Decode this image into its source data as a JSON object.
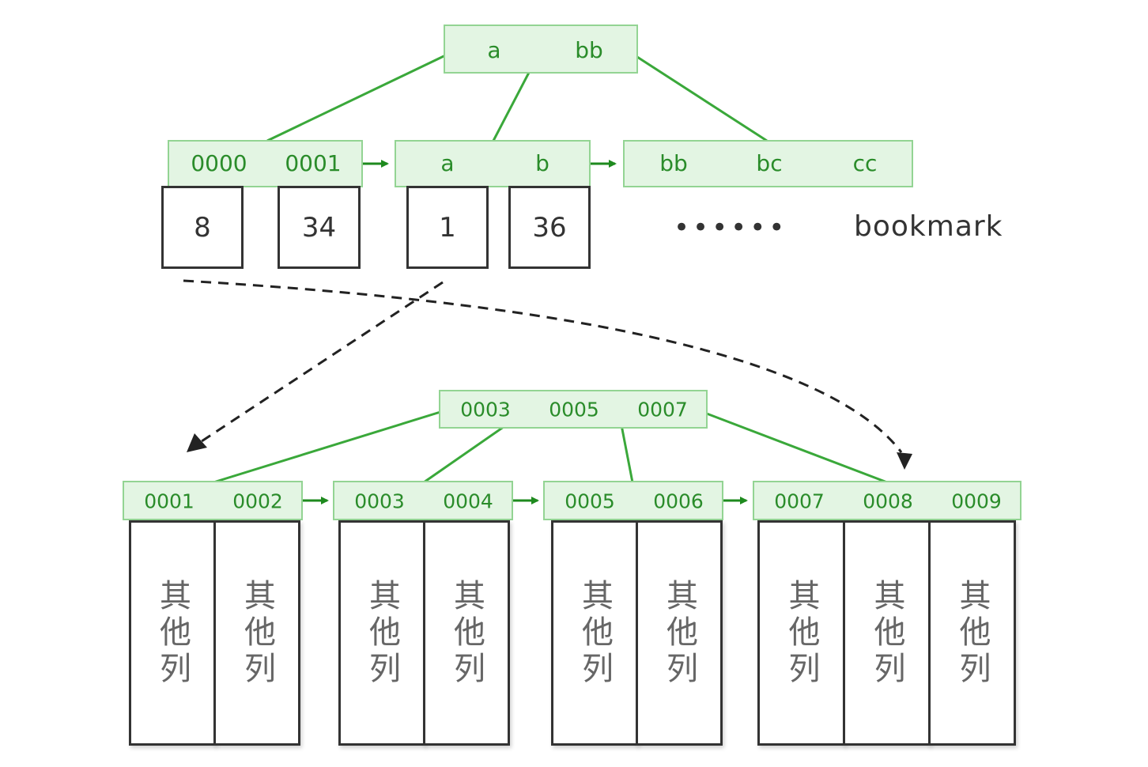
{
  "diagram": {
    "root_keys": [
      "a",
      "bb"
    ],
    "level2_nodes": [
      {
        "keys": [
          "0000",
          "0001"
        ]
      },
      {
        "keys": [
          "a",
          "b"
        ]
      },
      {
        "keys": [
          "bb",
          "bc",
          "cc"
        ]
      }
    ],
    "bookmark_values": [
      "8",
      "34",
      "1",
      "36"
    ],
    "ellipsis": "••••••",
    "bookmark_label": "bookmark",
    "clustered_root_keys": [
      "0003",
      "0005",
      "0007"
    ],
    "leaf_nodes": [
      {
        "keys": [
          "0001",
          "0002"
        ]
      },
      {
        "keys": [
          "0003",
          "0004"
        ]
      },
      {
        "keys": [
          "0005",
          "0006"
        ]
      },
      {
        "keys": [
          "0007",
          "0008",
          "0009"
        ]
      }
    ],
    "other_columns_label": "其他列",
    "colors": {
      "node_fill": "#e3f5e3",
      "node_border": "#93d493",
      "key_text": "#2a8c2a",
      "edge": "#3aa83a",
      "arrow": "#1e8a1e",
      "dashed": "#222222"
    }
  }
}
